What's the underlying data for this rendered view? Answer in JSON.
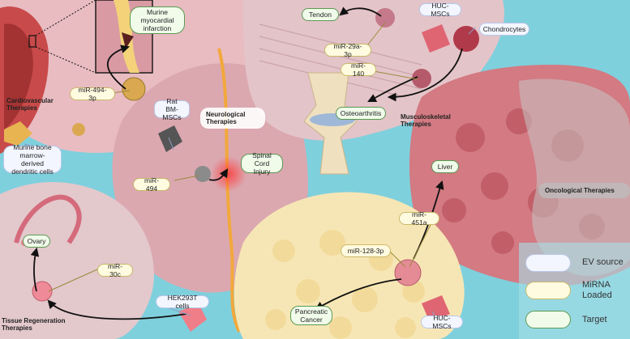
{
  "colors": {
    "background": "#7fd0dd",
    "tissue_pink": "#e7b9bf",
    "tumor_red": "#d8767e",
    "cell_cream": "#f7e6b5",
    "ev_source_fill": "#f3f6ff",
    "mirna_fill": "#fffbe0",
    "target_fill": "#f0fbea",
    "arrow": "#111111"
  },
  "themes": {
    "cardiovascular": "Cardiovascular\nTherapies",
    "neurological": "Neurological\nTherapies",
    "musculoskeletal": "Musculoskeletal\nTherapies",
    "oncological": "Oncological Therapies",
    "tissue_regeneration": "Tissue Regeneration\nTherapies"
  },
  "ev_sources": {
    "bone_marrow_dc": "Murine bone\nmarrow-derived\ndendritic cells",
    "rat_bm_mscs": "Rat BM-\nMSCs",
    "huc_mscs_top": "HUC-MSCs",
    "chondrocytes": "Chondrocytes",
    "hek293t": "HEK293T cells",
    "huc_mscs_bottom": "HUC-MSCs"
  },
  "mirnas": {
    "mir_494_3p": "miR-494-3p",
    "mir_494": "miR-494",
    "mir_29a_3p": "miR-29a-3p",
    "mir_140": "miR-140",
    "mir_451a": "miR-451a",
    "mir_128_3p": "miR-128-3p",
    "mir_30c": "miR-30c"
  },
  "targets": {
    "myocardial_infarction": "Murine\nmyocardial\ninfarction",
    "tendon": "Tendon",
    "osteoarthritis": "Osteoarthritis",
    "spinal_cord_injury": "Spinal Cord\nInjury",
    "liver": "Liver",
    "pancreatic_cancer": "Pancreatic\nCancer",
    "ovary": "Ovary"
  },
  "legend": {
    "ev_source": "EV source",
    "mirna_loaded": "MiRNA\nLoaded",
    "target": "Target"
  }
}
